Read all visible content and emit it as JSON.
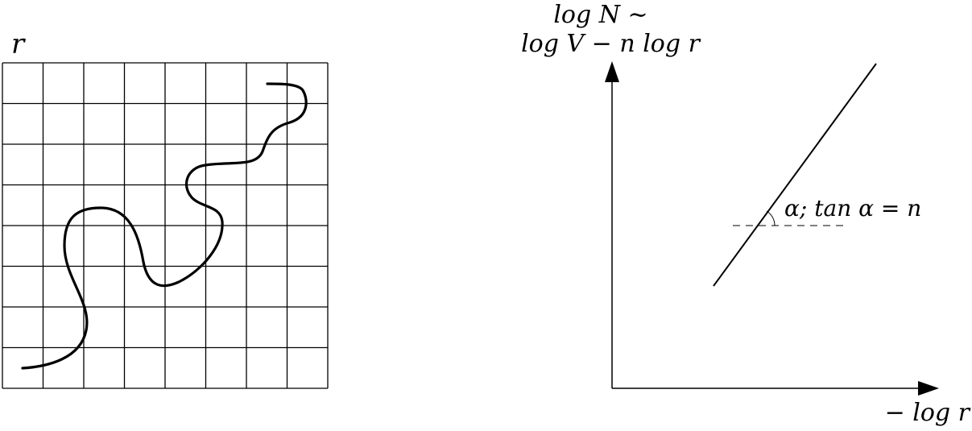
{
  "left_panel": {
    "grid_label": "r",
    "grid_cells": 8
  },
  "right_panel": {
    "y_axis_label_line1": "log N ∼",
    "y_axis_label_line2": "log V − n log r",
    "x_axis_label": "− log r",
    "angle_annotation": "α; tan α = n"
  }
}
